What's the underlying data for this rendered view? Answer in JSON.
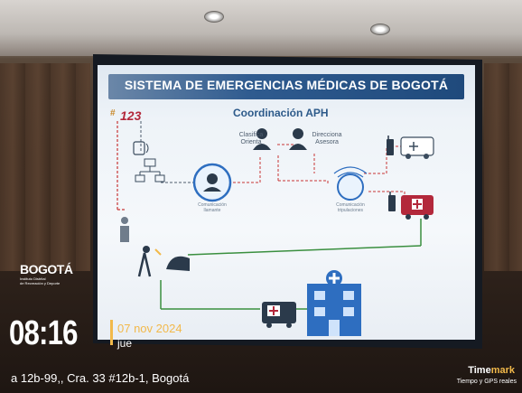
{
  "slide": {
    "title": "SISTEMA DE EMERGENCIAS MÉDICAS DE BOGOTÁ",
    "subtitle": "Coordinación APH",
    "line_number": "123",
    "label_clasifica": "Clasifica\nOrienta",
    "label_direcciona": "Direcciona\nAsesora",
    "label_comm_llamante": "Comunicación\nllamante",
    "label_comm_tripulaciones": "Comunicación\ntripulaciones"
  },
  "logo": {
    "name": "BOGOTÁ",
    "subtext": "Instituto Distrital\nde Recreación y Deporte"
  },
  "timestamp": {
    "time": "08:16",
    "date": "07 nov 2024",
    "day": "jue",
    "address": "a 12b-99,, Cra. 33 #12b-1, Bogotá"
  },
  "watermark": {
    "brand_prefix": "Time",
    "brand_suffix": "mark",
    "tagline": "Tiempo y GPS reales"
  },
  "colors": {
    "accent_orange": "#f2b94a",
    "slide_blue": "#2f5b8f",
    "dash_red": "#c83535",
    "flow_green": "#3a8f3f"
  }
}
